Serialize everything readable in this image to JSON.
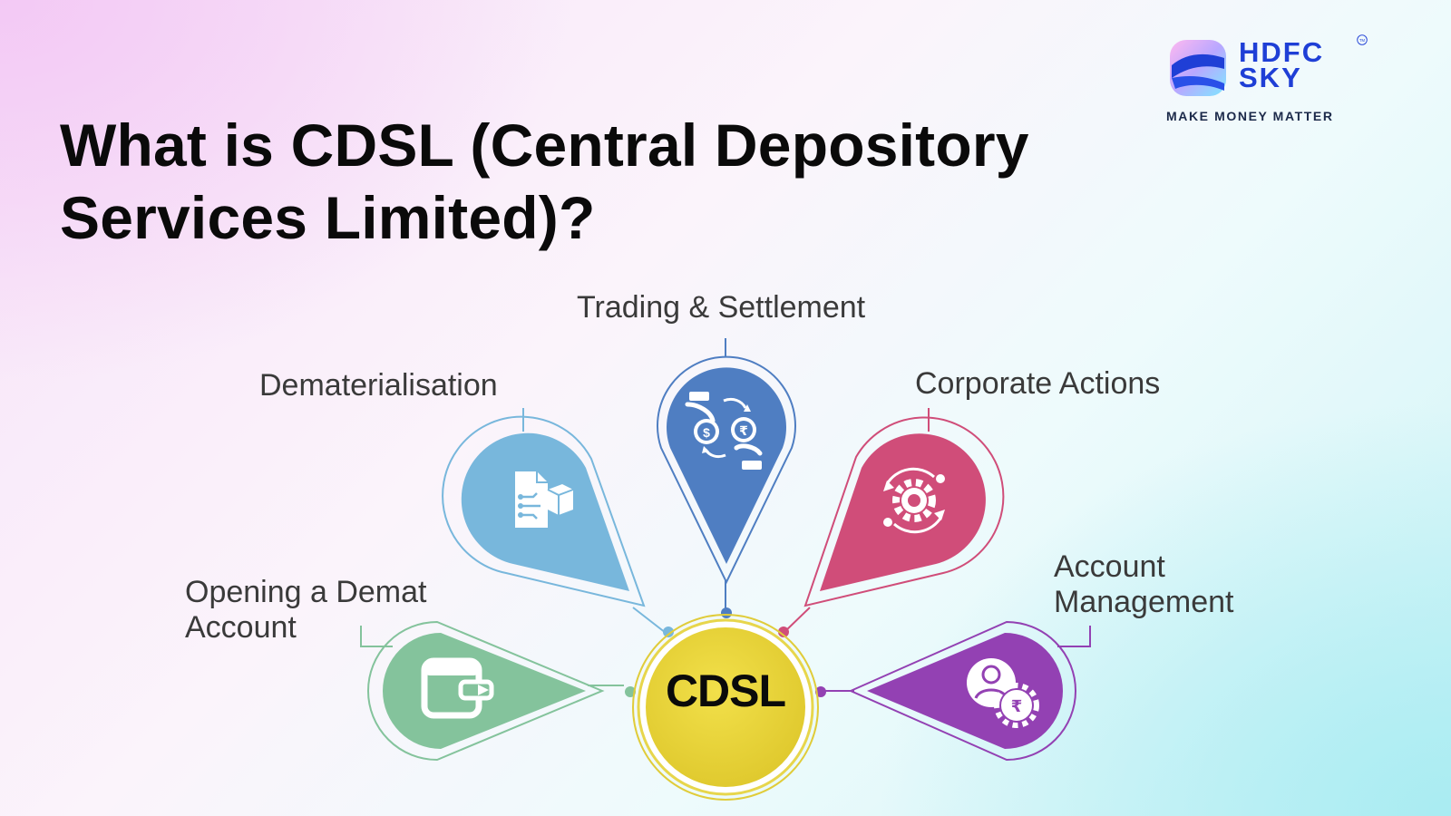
{
  "title_line1": "What is CDSL (Central Depository",
  "title_line2": "Services Limited)?",
  "brand": {
    "name_line1": "HDFC",
    "name_line2": "SKY",
    "tagline": "MAKE MONEY MATTER",
    "trademark": "TM",
    "colors": {
      "primary": "#1f3fd6",
      "accent": "#6a35c9"
    }
  },
  "center": {
    "label": "CDSL",
    "color": "#e8d63a"
  },
  "nodes": [
    {
      "id": "opening-demat-account",
      "line1": "Opening a Demat",
      "line2": "Account",
      "color": "#84c39c",
      "icon": "wallet-icon"
    },
    {
      "id": "dematerialisation",
      "line1": "Dematerialisation",
      "line2": "",
      "color": "#78b7dc",
      "icon": "document-to-digital-icon"
    },
    {
      "id": "trading-settlement",
      "line1": "Trading & Settlement",
      "line2": "",
      "color": "#4f7ec2",
      "icon": "currency-exchange-icon"
    },
    {
      "id": "corporate-actions",
      "line1": "Corporate Actions",
      "line2": "",
      "color": "#d04d79",
      "icon": "gear-cycle-icon"
    },
    {
      "id": "account-management",
      "line1": "Account",
      "line2": "Management",
      "color": "#9341b3",
      "icon": "user-gear-rupee-icon"
    }
  ]
}
